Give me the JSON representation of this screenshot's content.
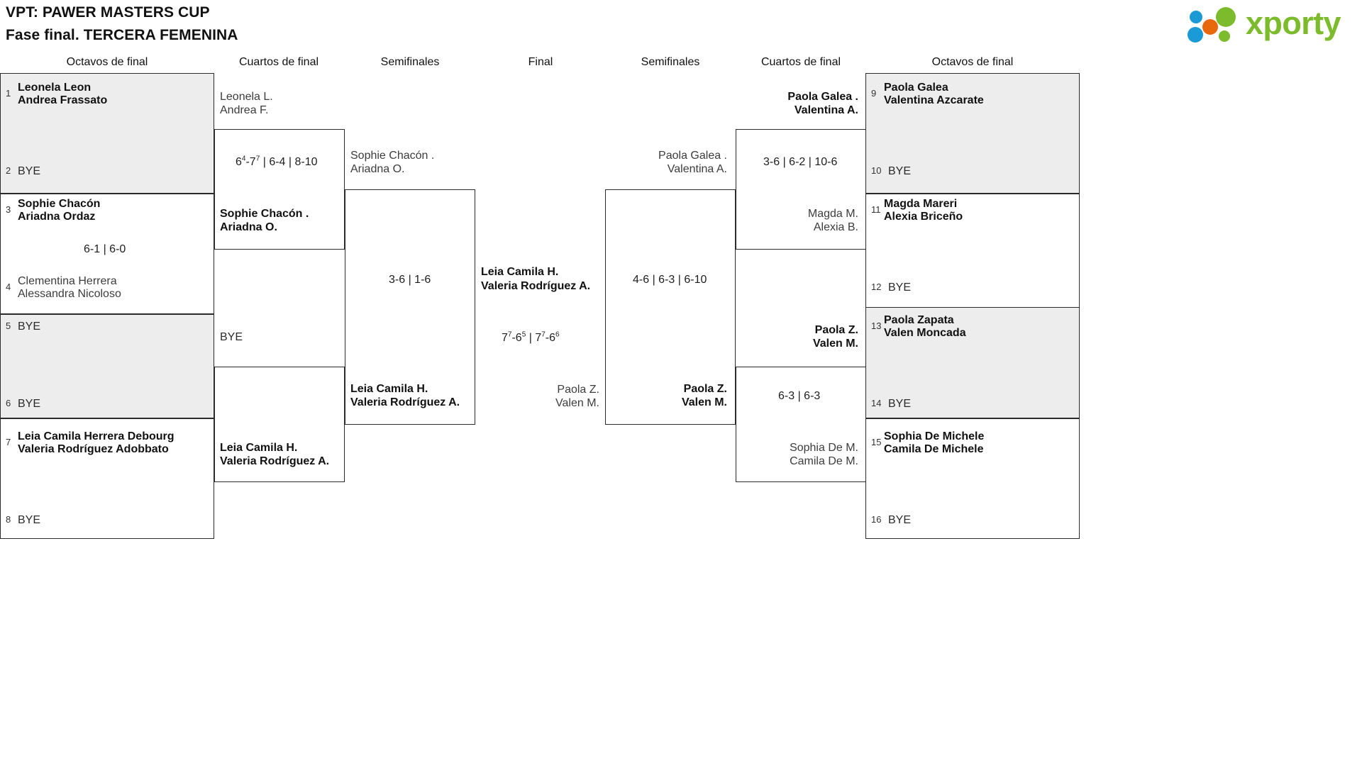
{
  "header": {
    "title_line1": "VPT: PAWER MASTERS CUP",
    "title_line2": "Fase final. TERCERA FEMENINA",
    "logo_text": "xporty",
    "logo_colors": {
      "green": "#7cbb2c",
      "blue": "#1a9ad7",
      "orange": "#e8690b"
    }
  },
  "round_labels": {
    "left_r16": "Octavos de final",
    "left_qf": "Cuartos de final",
    "left_sf": "Semifinales",
    "final": "Final",
    "right_sf": "Semifinales",
    "right_qf": "Cuartos de final",
    "right_r16": "Octavos de final"
  },
  "left": {
    "r16": [
      {
        "seed": "1",
        "line1": "Leonela Leon",
        "line2": "Andrea Frassato",
        "bye": false,
        "shaded": true
      },
      {
        "seed": "2",
        "line1": "BYE",
        "line2": "",
        "bye": true,
        "shaded": true
      },
      {
        "seed": "3",
        "line1": "Sophie Chacón",
        "line2": "Ariadna Ordaz",
        "bye": false,
        "shaded": false
      },
      {
        "seed": "4",
        "line1": "Clementina Herrera",
        "line2": "Alessandra Nicoloso",
        "bye": false,
        "shaded": false
      },
      {
        "seed": "5",
        "line1": "BYE",
        "line2": "",
        "bye": true,
        "shaded": true
      },
      {
        "seed": "6",
        "line1": "BYE",
        "line2": "",
        "bye": true,
        "shaded": true
      },
      {
        "seed": "7",
        "line1": "Leia Camila Herrera Debourg",
        "line2": "Valeria Rodríguez Adobbato",
        "bye": false,
        "shaded": false
      },
      {
        "seed": "8",
        "line1": "BYE",
        "line2": "",
        "bye": true,
        "shaded": false
      }
    ],
    "r16_scores": [
      {
        "text": "",
        "sets": []
      },
      {
        "text": "6-1 | 6-0",
        "sets": [
          "6-1",
          "6-0"
        ]
      },
      {
        "text": "",
        "sets": []
      },
      {
        "text": "",
        "sets": []
      }
    ],
    "qf": [
      {
        "line1": "Leonela L.",
        "line2": "Andrea F.",
        "bye": false
      },
      {
        "line1": "Sophie Chacón .",
        "line2": "Ariadna O.",
        "bye": false
      },
      {
        "line1": "BYE",
        "line2": "",
        "bye": true
      },
      {
        "line1": "Leia Camila H.",
        "line2": "Valeria Rodríguez A.",
        "bye": false
      }
    ],
    "qf_score_top_set1_a": "6",
    "qf_score_top_set1_a_sup": "4",
    "qf_score_top_set1_b": "7",
    "qf_score_top_set1_b_sup": "7",
    "qf_score_top_rest": " | 6-4 | 8-10",
    "qf_score_bottom": "",
    "sf": [
      {
        "line1": "Sophie Chacón .",
        "line2": "Ariadna O.",
        "bye": false
      },
      {
        "line1": "Leia Camila H.",
        "line2": "Valeria Rodríguez A.",
        "bye": false
      }
    ],
    "sf_score": "3-6 | 1-6"
  },
  "final": {
    "winner_line1": "Leia Camila H.",
    "winner_line2": "Valeria Rodríguez A.",
    "runnerup_line1": "Paola Z.",
    "runnerup_line2": "Valen M.",
    "score_a": "7",
    "score_a_sup": "7",
    "score_b": "6",
    "score_b_sup": "5",
    "score_sep": " | ",
    "score_c": "7",
    "score_c_sup": "7",
    "score_d": "6",
    "score_d_sup": "6"
  },
  "right": {
    "r16": [
      {
        "seed": "9",
        "line1": "Paola Galea",
        "line2": "Valentina Azcarate",
        "bye": false,
        "shaded": true
      },
      {
        "seed": "10",
        "line1": "BYE",
        "line2": "",
        "bye": true,
        "shaded": true
      },
      {
        "seed": "11",
        "line1": "Magda Mareri",
        "line2": "Alexia Briceño",
        "bye": false,
        "shaded": false
      },
      {
        "seed": "12",
        "line1": "BYE",
        "line2": "",
        "bye": true,
        "shaded": false
      },
      {
        "seed": "13",
        "line1": "Paola Zapata",
        "line2": "Valen Moncada",
        "bye": false,
        "shaded": true
      },
      {
        "seed": "14",
        "line1": "BYE",
        "line2": "",
        "bye": true,
        "shaded": true
      },
      {
        "seed": "15",
        "line1": "Sophia De Michele",
        "line2": "Camila De Michele",
        "bye": false,
        "shaded": false
      },
      {
        "seed": "16",
        "line1": "BYE",
        "line2": "",
        "bye": true,
        "shaded": false
      }
    ],
    "qf": [
      {
        "line1": "Paola Galea .",
        "line2": "Valentina A.",
        "bye": false
      },
      {
        "line1": "Magda M.",
        "line2": "Alexia B.",
        "bye": false
      },
      {
        "line1": "Paola Z.",
        "line2": "Valen M.",
        "bye": false
      },
      {
        "line1": "Sophia De M.",
        "line2": "Camila De M.",
        "bye": false
      }
    ],
    "qf_score_top": "3-6 | 6-2 | 10-6",
    "qf_score_bottom": "6-3 | 6-3",
    "sf": [
      {
        "line1": "Paola Galea .",
        "line2": "Valentina A.",
        "bye": false
      },
      {
        "line1": "Paola Z.",
        "line2": "Valen M.",
        "bye": false
      }
    ],
    "sf_score": "4-6 | 6-3 | 6-10"
  }
}
